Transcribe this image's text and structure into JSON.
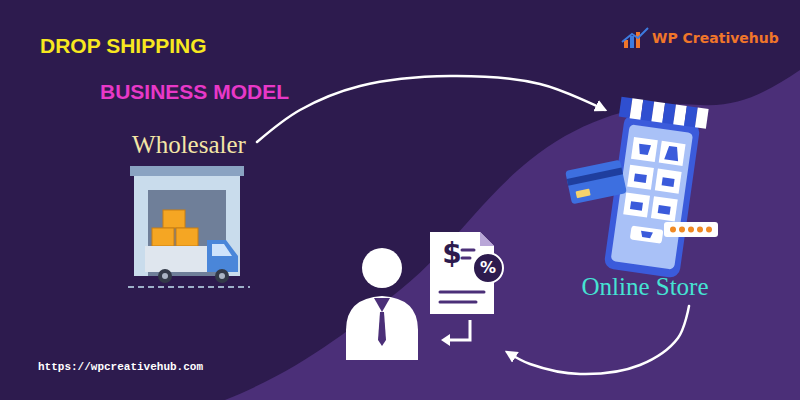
{
  "diagram": {
    "title": "DROP SHIPPING",
    "nodes": [
      {
        "text": [
          "Wholesaler"
        ]
      },
      {
        "text": [
          "Online Store"
        ]
      },
      {
        "text": [
          "$",
          "%"
        ]
      }
    ],
    "edges": [
      {
        "from": 0,
        "to": 1,
        "arrow": "to"
      },
      {
        "from": 1,
        "to": 2,
        "arrow": "to"
      }
    ],
    "labels": [
      "BUSINESS MODEL",
      "WP Creativehub",
      "https://wpcreativehub.com"
    ]
  }
}
